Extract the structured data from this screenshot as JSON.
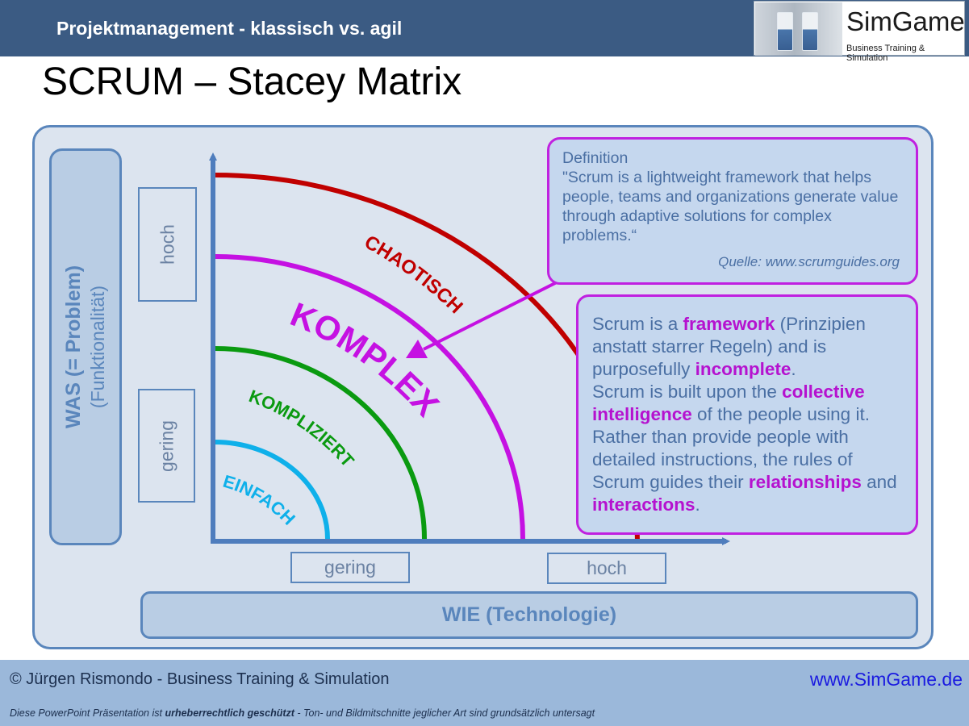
{
  "header": {
    "title": "Projektmanagement - klassisch vs. agil",
    "logo_name": "SimGame",
    "logo_tagline": "Business Training & Simulation"
  },
  "slide": {
    "title": "SCRUM – Stacey Matrix"
  },
  "axes": {
    "y_title": "WAS  (= Problem)",
    "y_subtitle": "(Funktionalität)",
    "y_high": "hoch",
    "y_low": "gering",
    "x_title": "WIE (Technologie)",
    "x_low": "gering",
    "x_high": "hoch"
  },
  "zones": {
    "einfach": "EINFACH",
    "kompliziert": "KOMPLIZIERT",
    "komplex": "KOMPLEX",
    "chaotisch": "CHAOTISCH"
  },
  "colors": {
    "einfach": "#0fb0ea",
    "kompliziert": "#0a9a10",
    "komplex": "#c511e2",
    "chaotisch": "#c00000",
    "axis": "#4f7dbd"
  },
  "definition": {
    "title": "Definition",
    "quote": "\"Scrum is a lightweight framework that helps people, teams and organizations generate value through adaptive solutions for complex problems.“",
    "source": "Quelle: www.scrumguides.org"
  },
  "scrum_text": {
    "p1": "Scrum is a ",
    "p2": "framework",
    "p3": " (Prinzipien anstatt starrer Regeln) and is purposefully ",
    "p4": "incomplete",
    "p5": ".",
    "p6": "Scrum is built upon the ",
    "p7": "collective intelligence",
    "p8": " of the people using it. Rather than provide people with detailed instructions, the rules of Scrum guides their ",
    "p9": "relationships",
    "p10": " and ",
    "p11": "interactions",
    "p12": "."
  },
  "footer": {
    "copyright": "© Jürgen Rismondo - Business Training & Simulation",
    "website": "www.SimGame.de",
    "note_1": "Diese PowerPoint Präsentation ist ",
    "note_2": "urheberrechtlich geschützt",
    "note_3": " - Ton- und Bildmitschnitte jeglicher Art sind grundsätzlich untersagt"
  }
}
